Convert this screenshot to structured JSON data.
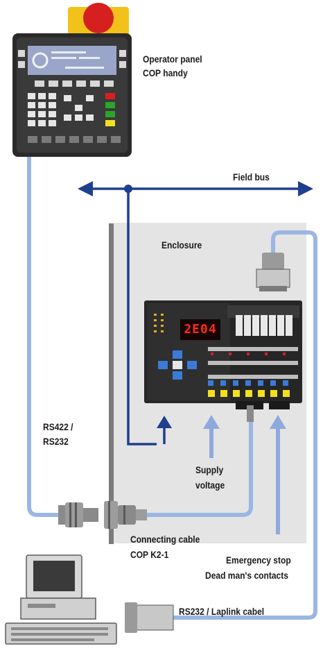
{
  "labels": {
    "operator_panel_line1": "Operator panel",
    "operator_panel_line2": "COP handy",
    "field_bus": "Field bus",
    "enclosure": "Enclosure",
    "rs422_line1": "RS422 /",
    "rs422_line2": "RS232",
    "supply_line1": "Supply",
    "supply_line2": "voltage",
    "connecting_line1": "Connecting cable",
    "connecting_line2": "COP K2-1",
    "emergency_line1": "Emergency stop",
    "emergency_line2": "Dead man's contacts",
    "rs232_cable": "RS232 / Laplink cabel"
  },
  "controller": {
    "display_value": "2E04"
  },
  "colors": {
    "arrow_blue": "#1f3f8f",
    "cable_blue": "#9bb6e3",
    "enclosure_gray": "#e3e3e3",
    "panel_dark": "#2a2a2a",
    "estop_red": "#d62020",
    "estop_yellow": "#f2c21b",
    "display_red": "#ff2a1a"
  }
}
